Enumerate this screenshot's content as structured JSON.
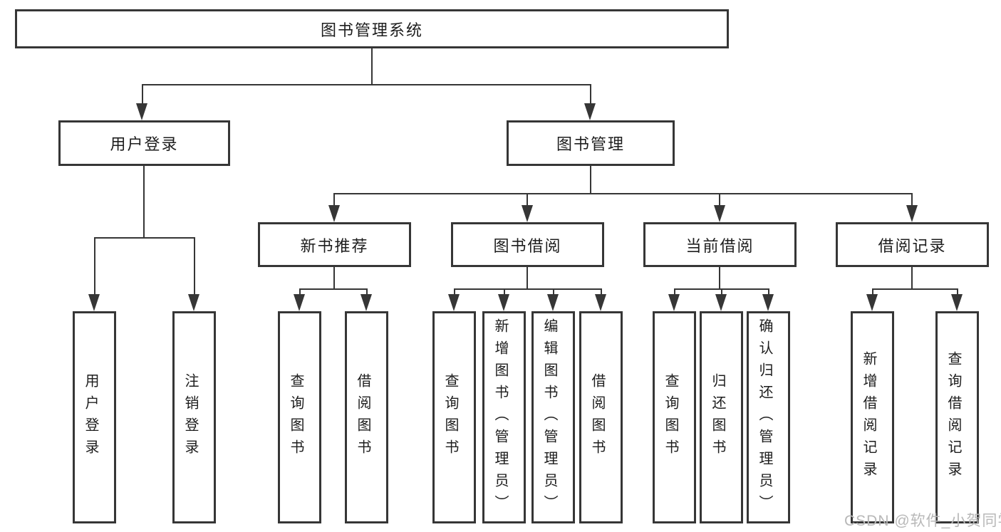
{
  "diagram": {
    "tree": {
      "root": {
        "label": "图书管理系统"
      },
      "branches": [
        {
          "label": "用户登录",
          "children": [
            {
              "label": "用户登录"
            },
            {
              "label": "注销登录"
            }
          ]
        },
        {
          "label": "图书管理",
          "children": [
            {
              "label": "新书推荐",
              "children": [
                {
                  "label": "查询图书"
                },
                {
                  "label": "借阅图书"
                }
              ]
            },
            {
              "label": "图书借阅",
              "children": [
                {
                  "label": "查询图书"
                },
                {
                  "label": "新增图书（管理员）"
                },
                {
                  "label": "编辑图书（管理员）"
                },
                {
                  "label": "借阅图书"
                }
              ]
            },
            {
              "label": "当前借阅",
              "children": [
                {
                  "label": "查询图书"
                },
                {
                  "label": "归还图书"
                },
                {
                  "label": "确认归还（管理员）"
                }
              ]
            },
            {
              "label": "借阅记录",
              "children": [
                {
                  "label": "新增借阅记录"
                },
                {
                  "label": "查询借阅记录"
                }
              ]
            }
          ]
        }
      ]
    },
    "colors": {
      "line": "#363636",
      "text": "#1d1d1d",
      "background": "#ffffff",
      "watermark": "#b8b8b8"
    }
  },
  "watermark": {
    "text": "CSDN @软件_小贺同学"
  }
}
